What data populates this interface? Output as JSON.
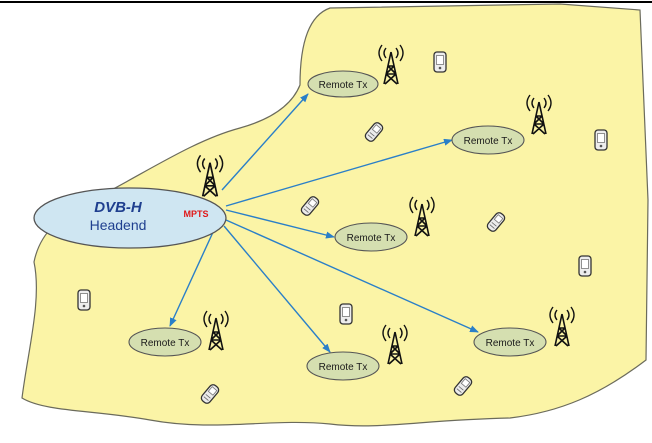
{
  "headend": {
    "title": "DVB-H",
    "subtitle": "Headend",
    "stream_label": "MPTS"
  },
  "remote_tx": [
    {
      "label": "Remote Tx"
    },
    {
      "label": "Remote Tx"
    },
    {
      "label": "Remote Tx"
    },
    {
      "label": "Remote Tx"
    },
    {
      "label": "Remote Tx"
    },
    {
      "label": "Remote Tx"
    }
  ],
  "colors": {
    "coverage_fill": "#fbf4a6",
    "headend_fill": "#cfe6f2",
    "tx_fill": "#d5dfb0",
    "arrow": "#2a7fc8"
  }
}
